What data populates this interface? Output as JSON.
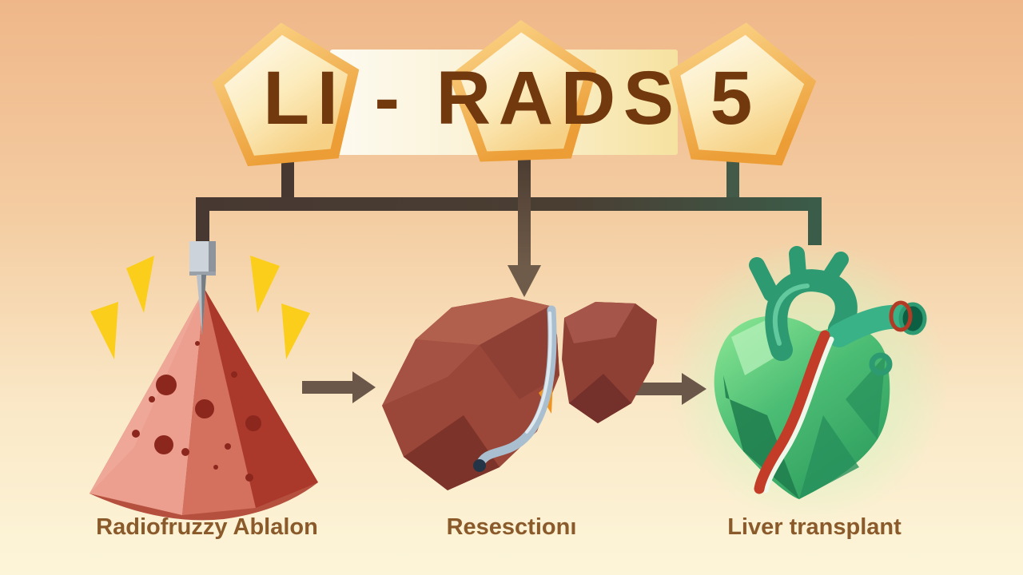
{
  "title": {
    "text": "LI - RADS 5"
  },
  "items": [
    {
      "label": "Radiofruzzy Ablalon",
      "icon": "radiofrequency-ablation-cone-needle-icon"
    },
    {
      "label": "Resesctionı",
      "icon": "liver-lobes-resection-icon"
    },
    {
      "label": "Liver transplant",
      "icon": "green-heart-organ-icon"
    }
  ],
  "badges": {
    "shape": "pentagon",
    "count": 3
  },
  "colors": {
    "background_top": "#efb789",
    "background_bottom": "#fdf5d9",
    "banner_left": "#fdfaef",
    "banner_right": "#f6e2a2",
    "pentagon_gold": "#f0a43e",
    "title_text": "#73390e",
    "label_text": "#8a5a2b",
    "connector_brown": "#473931",
    "connector_green": "#3b5c49",
    "arrow_brown": "#6b574a",
    "spark_yellow": "#fbce1c",
    "cone_red_light": "#ec9f8e",
    "cone_red_mid": "#d4705e",
    "cone_red_dark": "#aa392c",
    "liver_brown": "#9a4638",
    "tube_gray_blue": "#a9bfcf",
    "heart_green_light": "#8ee996",
    "heart_green_dark": "#2f9e5f",
    "stripe_red": "#c23c28"
  }
}
